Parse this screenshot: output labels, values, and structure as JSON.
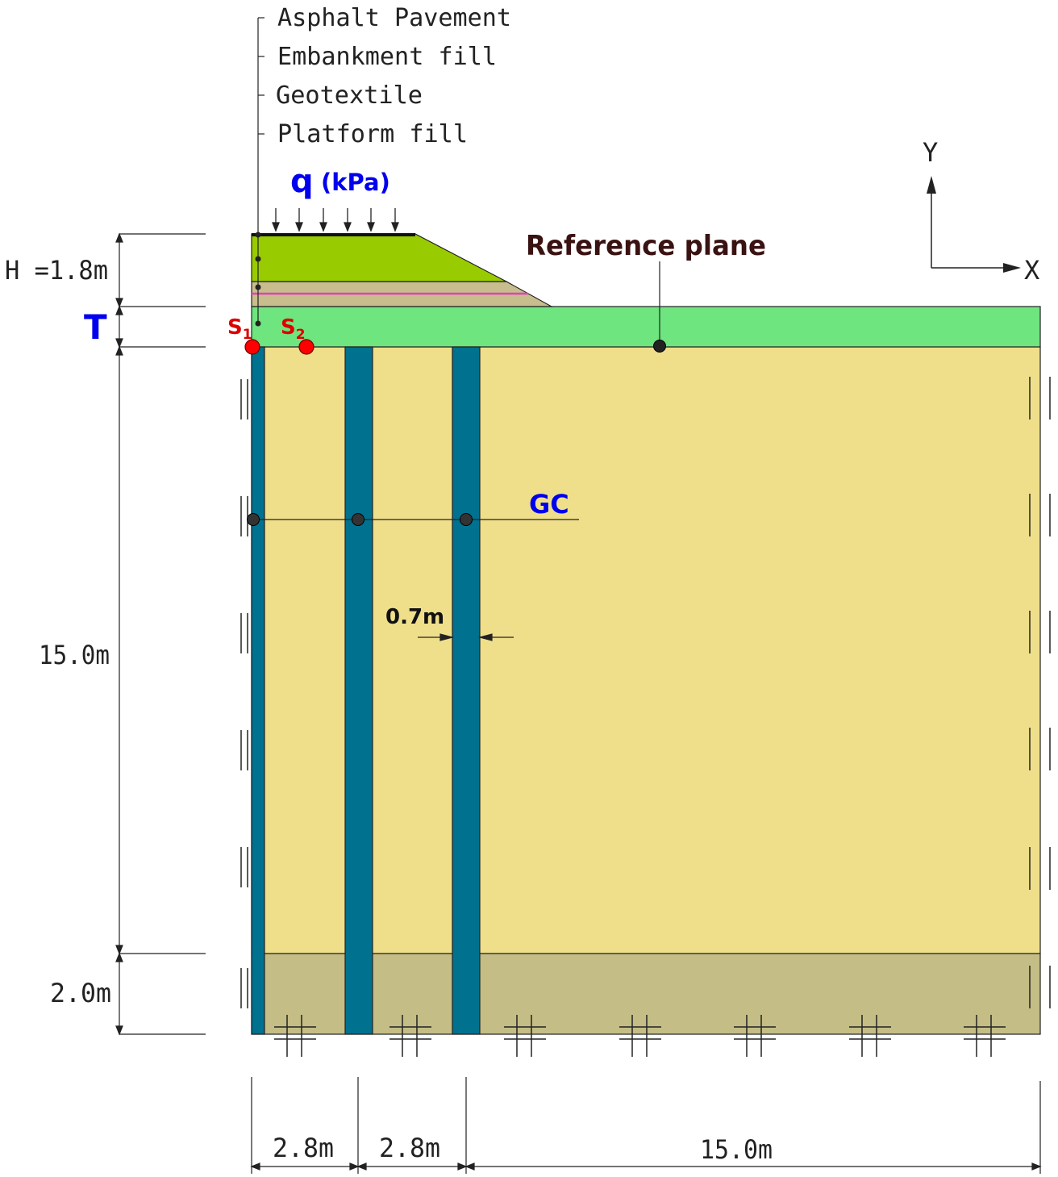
{
  "layer_labels": {
    "asphalt": "Asphalt Pavement",
    "embankment": "Embankment fill",
    "geotextile": "Geotextile",
    "platform": "Platform fill"
  },
  "load_label": {
    "q": "q",
    "unit": "(kPa)"
  },
  "reference_plane": "Reference plane",
  "axes": {
    "x": "X",
    "y": "Y"
  },
  "dimensions": {
    "height": "H =1.8m",
    "platform_thickness": "T",
    "clay_depth": "15.0m",
    "base_depth": "2.0m",
    "spacing_1": "2.8m",
    "spacing_2": "2.8m",
    "width_right": "15.0m",
    "column_diameter": "0.7m"
  },
  "points": {
    "s1": {
      "letter": "S",
      "sub": "1"
    },
    "s2": {
      "letter": "S",
      "sub": "2"
    },
    "gc": "GC"
  },
  "colors": {
    "embankment": "#99cc00",
    "asphalt": "#111111",
    "platform_under_fill": "#c8bd8c",
    "geotextile": "#e040c0",
    "platform": "#6ee57e",
    "soft_clay": "#efdf8b",
    "base_layer": "#c4bd85",
    "column": "#00718f",
    "label_blue": "#0000ee",
    "label_red": "#dd0000",
    "ref_plane_text": "#3a1212",
    "point_red": "#ff0000"
  }
}
